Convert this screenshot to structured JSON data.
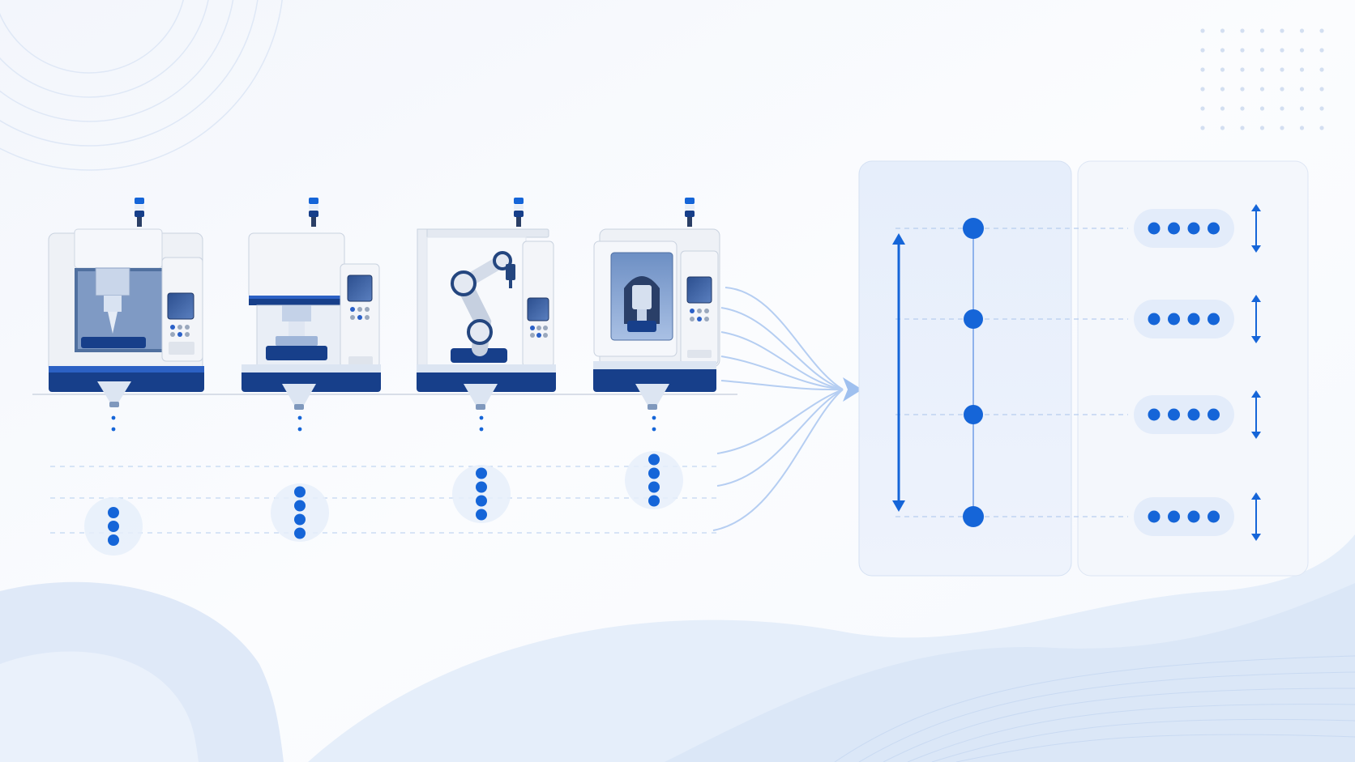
{
  "colors": {
    "primary": "#1565d8",
    "navy": "#173f8a",
    "machine_body": "#eef1f6",
    "machine_edge": "#c9d2df",
    "panel_fill": "#e4edfa",
    "panel_fill_light": "#f4f7fc",
    "wave": "#dce8f8",
    "flow_line": "#8fb6ee",
    "guide_line": "#b7cdee"
  },
  "machines": [
    {
      "kind": "cnc-mill",
      "output_dots": 3,
      "icon": "cnc-mill-icon"
    },
    {
      "kind": "hydraulic-press",
      "output_dots": 4,
      "icon": "press-icon"
    },
    {
      "kind": "robot-arm-cell",
      "output_dots": 4,
      "icon": "robot-arm-icon"
    },
    {
      "kind": "enclosed-lathe",
      "output_dots": 4,
      "icon": "lathe-icon"
    }
  ],
  "timeline": {
    "nodes": 4,
    "pill_dots": 4,
    "range_indicator": "double-arrow"
  }
}
